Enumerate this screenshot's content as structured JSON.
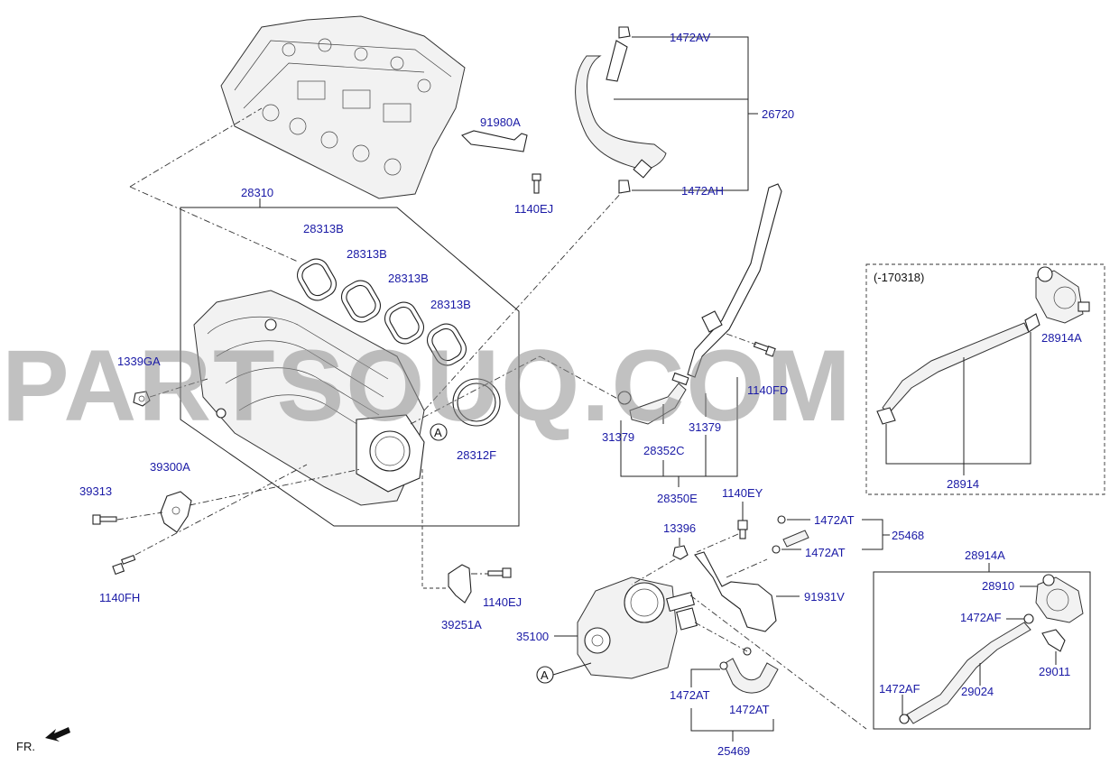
{
  "watermark": "PARTSOUQ.COM",
  "front_label": "FR.",
  "callout": "A",
  "variant_note": "(-170318)",
  "labels": {
    "l_1472AV": "1472AV",
    "l_26720": "26720",
    "l_91980A": "91980A",
    "l_1140EJ_top": "1140EJ",
    "l_1472AH": "1472AH",
    "l_28310": "28310",
    "l_28313B_1": "28313B",
    "l_28313B_2": "28313B",
    "l_28313B_3": "28313B",
    "l_28313B_4": "28313B",
    "l_1339GA": "1339GA",
    "l_1140FD": "1140FD",
    "l_28914A_top": "28914A",
    "l_31379_left": "31379",
    "l_28352C": "28352C",
    "l_31379_right": "31379",
    "l_28312F": "28312F",
    "l_28350E": "28350E",
    "l_28914": "28914",
    "l_39313": "39313",
    "l_39300A": "39300A",
    "l_1140EY": "1140EY",
    "l_13396": "13396",
    "l_1472AT_a": "1472AT",
    "l_1472AT_b": "1472AT",
    "l_25468": "25468",
    "l_28914A_box": "28914A",
    "l_28910": "28910",
    "l_1140FH": "1140FH",
    "l_1140EJ_mid": "1140EJ",
    "l_39251A": "39251A",
    "l_91931V": "91931V",
    "l_1472AF_a": "1472AF",
    "l_35100": "35100",
    "l_29011": "29011",
    "l_1472AT_c": "1472AT",
    "l_1472AT_d": "1472AT",
    "l_29024": "29024",
    "l_1472AF_b": "1472AF",
    "l_25469": "25469"
  }
}
